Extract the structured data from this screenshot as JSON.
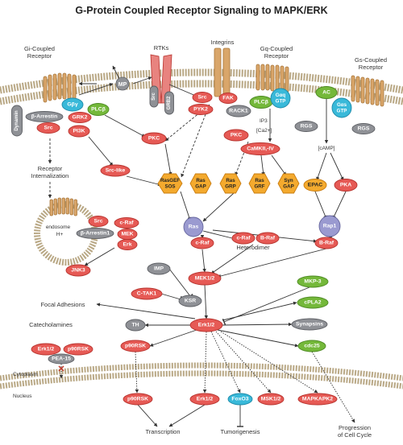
{
  "title": "G-Protein Coupled Receptor Signaling to MAPK/ERK",
  "colors": {
    "red": "#e65a55",
    "redStroke": "#b8332e",
    "gray": "#8f9196",
    "grayStroke": "#5e6065",
    "green": "#74b83a",
    "greenStroke": "#4d8a23",
    "cyan": "#39b9d9",
    "cyanStroke": "#1d8aa8",
    "orange": "#f4aa2e",
    "orangeStroke": "#c97c0f",
    "purple": "#9a9ad0",
    "purpleStroke": "#66669e",
    "membrane": "#c9b99a",
    "receptor": "#d9a66a"
  },
  "labels": {
    "gi_receptor": [
      "Gi-Coupled",
      "Receptor"
    ],
    "rtks": "RTKs",
    "integrins": "Integrins",
    "gq_receptor": [
      "Gq-Coupled",
      "Receptor"
    ],
    "gs_receptor": [
      "Gs-Coupled",
      "Receptor"
    ],
    "mp": "MP",
    "receptor_internalization": [
      "Receptor",
      "Internalization"
    ],
    "endosome": "endosome",
    "h_plus": "H+",
    "ip3": "IP3",
    "ca": "[Ca2+]",
    "camp": "[cAMP]",
    "heterodimer": "Heterodimer",
    "focal_adhesions": "Focal Adhesions",
    "catecholamines": "Catecholamines",
    "cytoplasm": "Cytoplasm",
    "nucleus": "Nucleus",
    "transcription": "Transcription",
    "tumorigenesis": "Tumorigenesis",
    "progression": [
      "Progression",
      "of Cell Cycle"
    ]
  },
  "nodes": {
    "dynamin": "Dynamin",
    "b_arrestin": "β-Arrestin",
    "src_gi": "Src",
    "gbg": "Gβγ",
    "grk2": "GRK2",
    "plcb1": "PLCβ",
    "pi3k": "PI3K",
    "src_rtk": "Src",
    "grb2": "GRB2",
    "src_int": "Src",
    "fak": "FAK",
    "pyk2": "PYK2",
    "rack1": "RACK1",
    "plcb2": "PLCβ",
    "gaq": [
      "Gαq",
      "GTP"
    ],
    "ac": "AC",
    "gas": [
      "Gαs",
      "GTP"
    ],
    "pkc1": "PKC",
    "pkc2": "PKC",
    "rgs1": "RGS",
    "rgs2": "RGS",
    "camkii": "CaMKII,-IV",
    "src_like": "Src-like",
    "rasgef": [
      "RasGEF",
      "SOS"
    ],
    "rasgap": [
      "Ras",
      "GAP"
    ],
    "rasgrp": [
      "Ras",
      "GRP"
    ],
    "rasgrf": [
      "Ras",
      "GRF"
    ],
    "syngap": [
      "Syn",
      "GAP"
    ],
    "epac": "EPAC",
    "pka": "PKA",
    "ras": "Ras",
    "rap1": "Rap1",
    "src_endo": "Src",
    "craf_endo": "c-Raf",
    "barr1": "β-Arrestin1",
    "mek_endo": "MEK",
    "erk_endo": "Erk",
    "craf_het": "c-Raf",
    "braf_het": "B-Raf",
    "craf": "c-Raf",
    "braf": "B-Raf",
    "jnk3": "JNK3",
    "imp": "IMP",
    "mek12": "MEK1/2",
    "ctak1": "C-TAK1",
    "ksr": "KSR",
    "mkp3": "MKP-3",
    "cpla2": "cPLA2",
    "th": "TH",
    "erk12": "Erk1/2",
    "synapsins": "Synapsins",
    "erk12_pea": "Erk1/2",
    "p90rsk_pea": "p90RSK",
    "pea15": "PEA-15",
    "p90rsk": "p90RSK",
    "cdc25": "cdc25",
    "p90rsk_nuc": "p90RSK",
    "erk12_nuc": "Erk1/2",
    "foxo3": "FoxO3",
    "msk12": "MSK1/2",
    "mapkapk2": "MAPKAPK2"
  }
}
